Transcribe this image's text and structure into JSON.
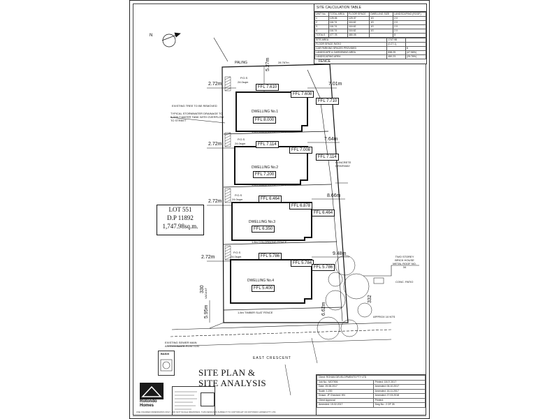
{
  "calc_table": {
    "title": "SITE CALCULATION TABLE",
    "columns": [
      "UNIT No.",
      "TOTAL AREA",
      "FLOOR SPACE",
      "DWELLING SIZE",
      "LANDSCAPING (ROOF)"
    ],
    "rows": [
      [
        "1",
        "125.06",
        "120.37",
        "1G",
        "2.0"
      ],
      [
        "2",
        "116.74",
        "116.62",
        "1G",
        "2.0"
      ],
      [
        "3",
        "116.74",
        "116.62",
        "1G",
        "2.0"
      ],
      [
        "4",
        "116.74",
        "116.62",
        "1G",
        "2.0"
      ]
    ],
    "total_row": [
      "TOTALS",
      "477.78",
      "480.05",
      "",
      "8"
    ],
    "summary": [
      [
        "SITE AREA",
        "1747.98"
      ],
      [
        "FLOOR SPACE RATIO",
        "(0.27:1)"
      ],
      [
        "CAR PARKING SPACES PROVIDED",
        "8"
      ],
      [
        "LANDSCAPE & GARDENING AREA",
        "838.25",
        "(47.96%)"
      ],
      [
        "LANDSCAPING AREA",
        "450.23",
        "(25.76%)"
      ]
    ]
  },
  "drawing": {
    "fence_top": "PALING",
    "fence_top_right": "FENCE",
    "boundary_top": "28.767m",
    "top_setback": "5.27m",
    "north_label": "N",
    "left_note": "TYPICAL STORMWATER DRAINAGE TO 5,000LT WATER TANK WITH OVERFLOW TO STREET",
    "left_note2": "EXISTING TREE TO BE REMOVED",
    "setbacks_left": [
      "2.72m",
      "2.72m",
      "2.72m",
      "2.72m"
    ],
    "setbacks_right": [
      "7.01m",
      "7.64m",
      "8.66m",
      "9.48m"
    ],
    "pos_labels": [
      "P.O.S",
      "P.O.S",
      "P.O.S",
      "P.O.S"
    ],
    "pos_areas": [
      "24.0sqm",
      "24.0sqm",
      "24.0sqm",
      "24.0sqm"
    ],
    "dwellings": [
      {
        "label": "DWELLING No.1",
        "ffl": "FFL 8.000"
      },
      {
        "label": "DWELLING No.2",
        "ffl": "FFL 7.200"
      },
      {
        "label": "DWELLING No.3",
        "ffl": "FFL 6.350"
      },
      {
        "label": "DWELLING No.4",
        "ffl": "FFL 5.400"
      }
    ],
    "ffl_tags": [
      "FFL 7.610",
      "FFL 7.608",
      "FFL 7.710",
      "FFL 7.114",
      "FFL 7.008",
      "FFL 7.114",
      "FFL 6.464",
      "FFL 6.878",
      "FFL 6.464",
      "FFL 5.786",
      "FFL 5.784",
      "FFL 5.786"
    ],
    "fences": [
      "1.8m COLORBOND FENCE",
      "1.8m COLORBOND FENCE",
      "1.8m COLORBOND FENCE",
      "1.8m TIMBER SLAT FENCE"
    ],
    "driveway": "CONCRETE DRIVEWAY",
    "lot": {
      "line1": "LOT 551",
      "line2": "D.P 11892",
      "line3": "1,747.98sq.m."
    },
    "left_lot": "330",
    "left_lot_sub": "VACANT",
    "right_lot": "332",
    "house_note": "TWO STOREY BRICK HOUSE METAL ROOF NO. 34",
    "conc_patio": "CONC. PATIO",
    "approx": "APPROX 10 NTS",
    "sewer_note": "EXISTING SEWER MAIN APPROXIMATE POSITION",
    "street": "EAST    CRESCENT",
    "bottom_setback": "5.95m",
    "right_setback": "6.62m"
  },
  "title": {
    "line1": "SITE PLAN &",
    "line2": "SITE ANALYSIS"
  },
  "titleblock": {
    "rows": [
      [
        "Client: ROHAN DEVELOPMENTS PTY LTD",
        ""
      ],
      [
        "Job No.: MO7906",
        "Printed: 18.07.2017"
      ],
      [
        "Date: 29.08.2017",
        "Amended: 06.10.2017"
      ],
      [
        "Scale: 1:200",
        "Amended: 16.11.2017"
      ],
      [
        "Drawn: JF  Checked: HN",
        "Amended: 27.03.2018"
      ],
      [
        "Client Approval",
        "Printed:"
      ],
      [
        "Amended: 15.02.2017",
        "Dwg No.: 2 OF 26"
      ]
    ]
  },
  "logo": {
    "line1": "Rotondo",
    "line2": "Homes"
  },
  "basix": "BASIX",
  "footer": "USE FIGURED DIMENSIONS ONLY - DO NOT SCALE DRAWINGS. THIS DESIGN IS SUBJECT TO COPYRIGHT OF ROTONDO HOMES PTY LTD."
}
